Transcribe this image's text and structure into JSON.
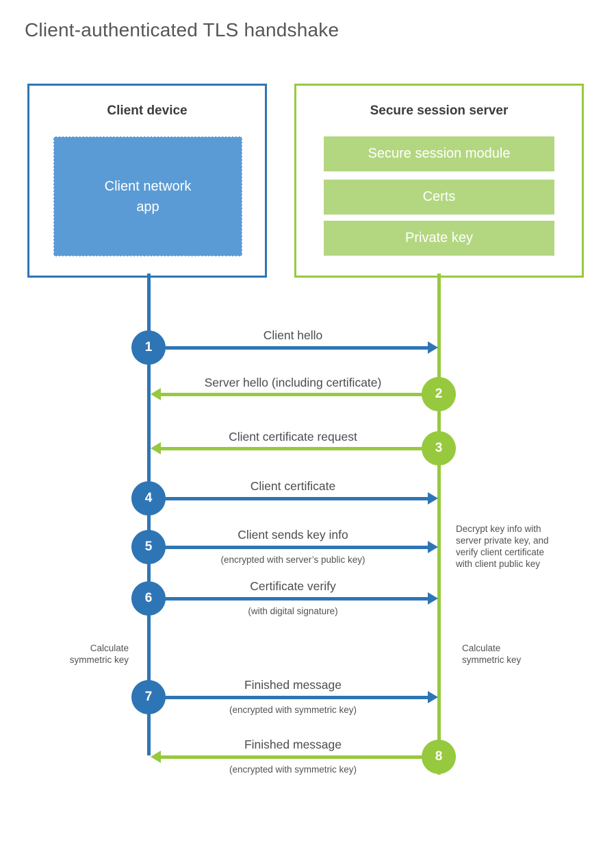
{
  "title": "Client-authenticated TLS handshake",
  "colors": {
    "blue_accent": "#2e75b5",
    "blue_fill": "#5b9bd5",
    "green_accent": "#97c93e",
    "green_fill": "#b3d781"
  },
  "client": {
    "title": "Client device",
    "app_label": "Client network\napp"
  },
  "server": {
    "title": "Secure session server",
    "modules": [
      "Secure session module",
      "Certs",
      "Private key"
    ]
  },
  "steps": [
    {
      "num": "1",
      "label": "Client hello",
      "direction": "client-to-server"
    },
    {
      "num": "2",
      "label": "Server hello (including certificate)",
      "direction": "server-to-client"
    },
    {
      "num": "3",
      "label": "Client certificate request",
      "direction": "server-to-client"
    },
    {
      "num": "4",
      "label": "Client certificate",
      "direction": "client-to-server"
    },
    {
      "num": "5",
      "label": "Client sends key info",
      "sub": "(encrypted with server’s public key)",
      "direction": "client-to-server"
    },
    {
      "num": "6",
      "label": "Certificate verify",
      "sub": "(with digital signature)",
      "direction": "client-to-server"
    },
    {
      "num": "7",
      "label": "Finished message",
      "sub": "(encrypted with symmetric key)",
      "direction": "client-to-server"
    },
    {
      "num": "8",
      "label": "Finished message",
      "sub": "(encrypted with symmetric key)",
      "direction": "server-to-client"
    }
  ],
  "annotations": {
    "decrypt_note": "Decrypt key info with\nserver private key, and\nverify client certificate\nwith client public key",
    "calc_left": "Calculate\nsymmetric key",
    "calc_right": "Calculate\nsymmetric key"
  }
}
